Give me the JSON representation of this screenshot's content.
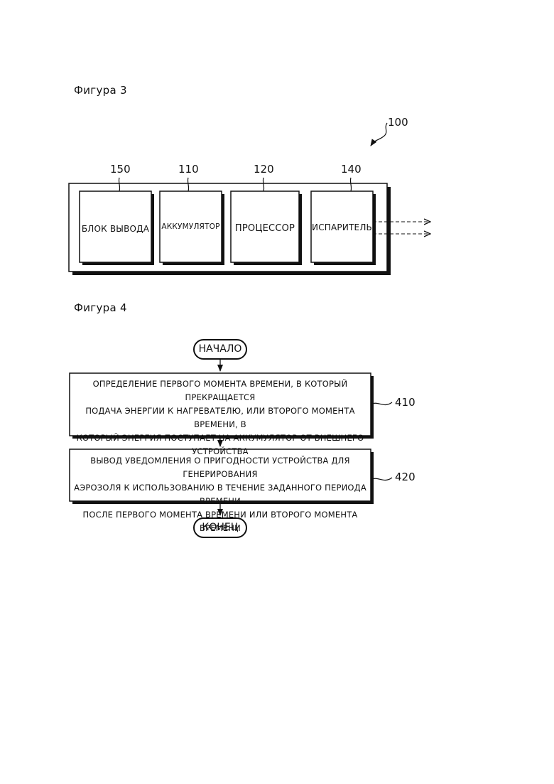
{
  "figure3": {
    "title": "Фигура 3",
    "device_ref": "100",
    "blocks": [
      {
        "ref": "150",
        "label": "БЛОК ВЫВОДА"
      },
      {
        "ref": "110",
        "label": "АККУМУЛЯТОР"
      },
      {
        "ref": "120",
        "label": "ПРОЦЕССОР"
      },
      {
        "ref": "140",
        "label": "ИСПАРИТЕЛЬ"
      }
    ]
  },
  "figure4": {
    "title": "Фигура 4",
    "start": "НАЧАЛО",
    "end": "КОНЕЦ",
    "steps": [
      {
        "ref": "410",
        "lines": [
          "ОПРЕДЕЛЕНИЕ ПЕРВОГО МОМЕНТА ВРЕМЕНИ, В КОТОРЫЙ ПРЕКРАЩАЕТСЯ",
          "ПОДАЧА ЭНЕРГИИ К НАГРЕВАТЕЛЮ, ИЛИ ВТОРОГО МОМЕНТА ВРЕМЕНИ, В",
          "КОТОРЫЙ ЭНЕРГИЯ ПОСТУПАЕТ НА АККУМУЛЯТОР ОТ ВНЕШНЕГО",
          "УСТРОЙСТВА"
        ]
      },
      {
        "ref": "420",
        "lines": [
          "ВЫВОД УВЕДОМЛЕНИЯ О ПРИГОДНОСТИ УСТРОЙСТВА ДЛЯ ГЕНЕРИРОВАНИЯ",
          "АЭРОЗОЛЯ К ИСПОЛЬЗОВАНИЮ В ТЕЧЕНИЕ ЗАДАННОГО ПЕРИОДА ВРЕМЕНИ",
          "ПОСЛЕ ПЕРВОГО МОМЕНТА ВРЕМЕНИ ИЛИ ВТОРОГО МОМЕНТА ВРЕМЕНИ"
        ]
      }
    ]
  }
}
